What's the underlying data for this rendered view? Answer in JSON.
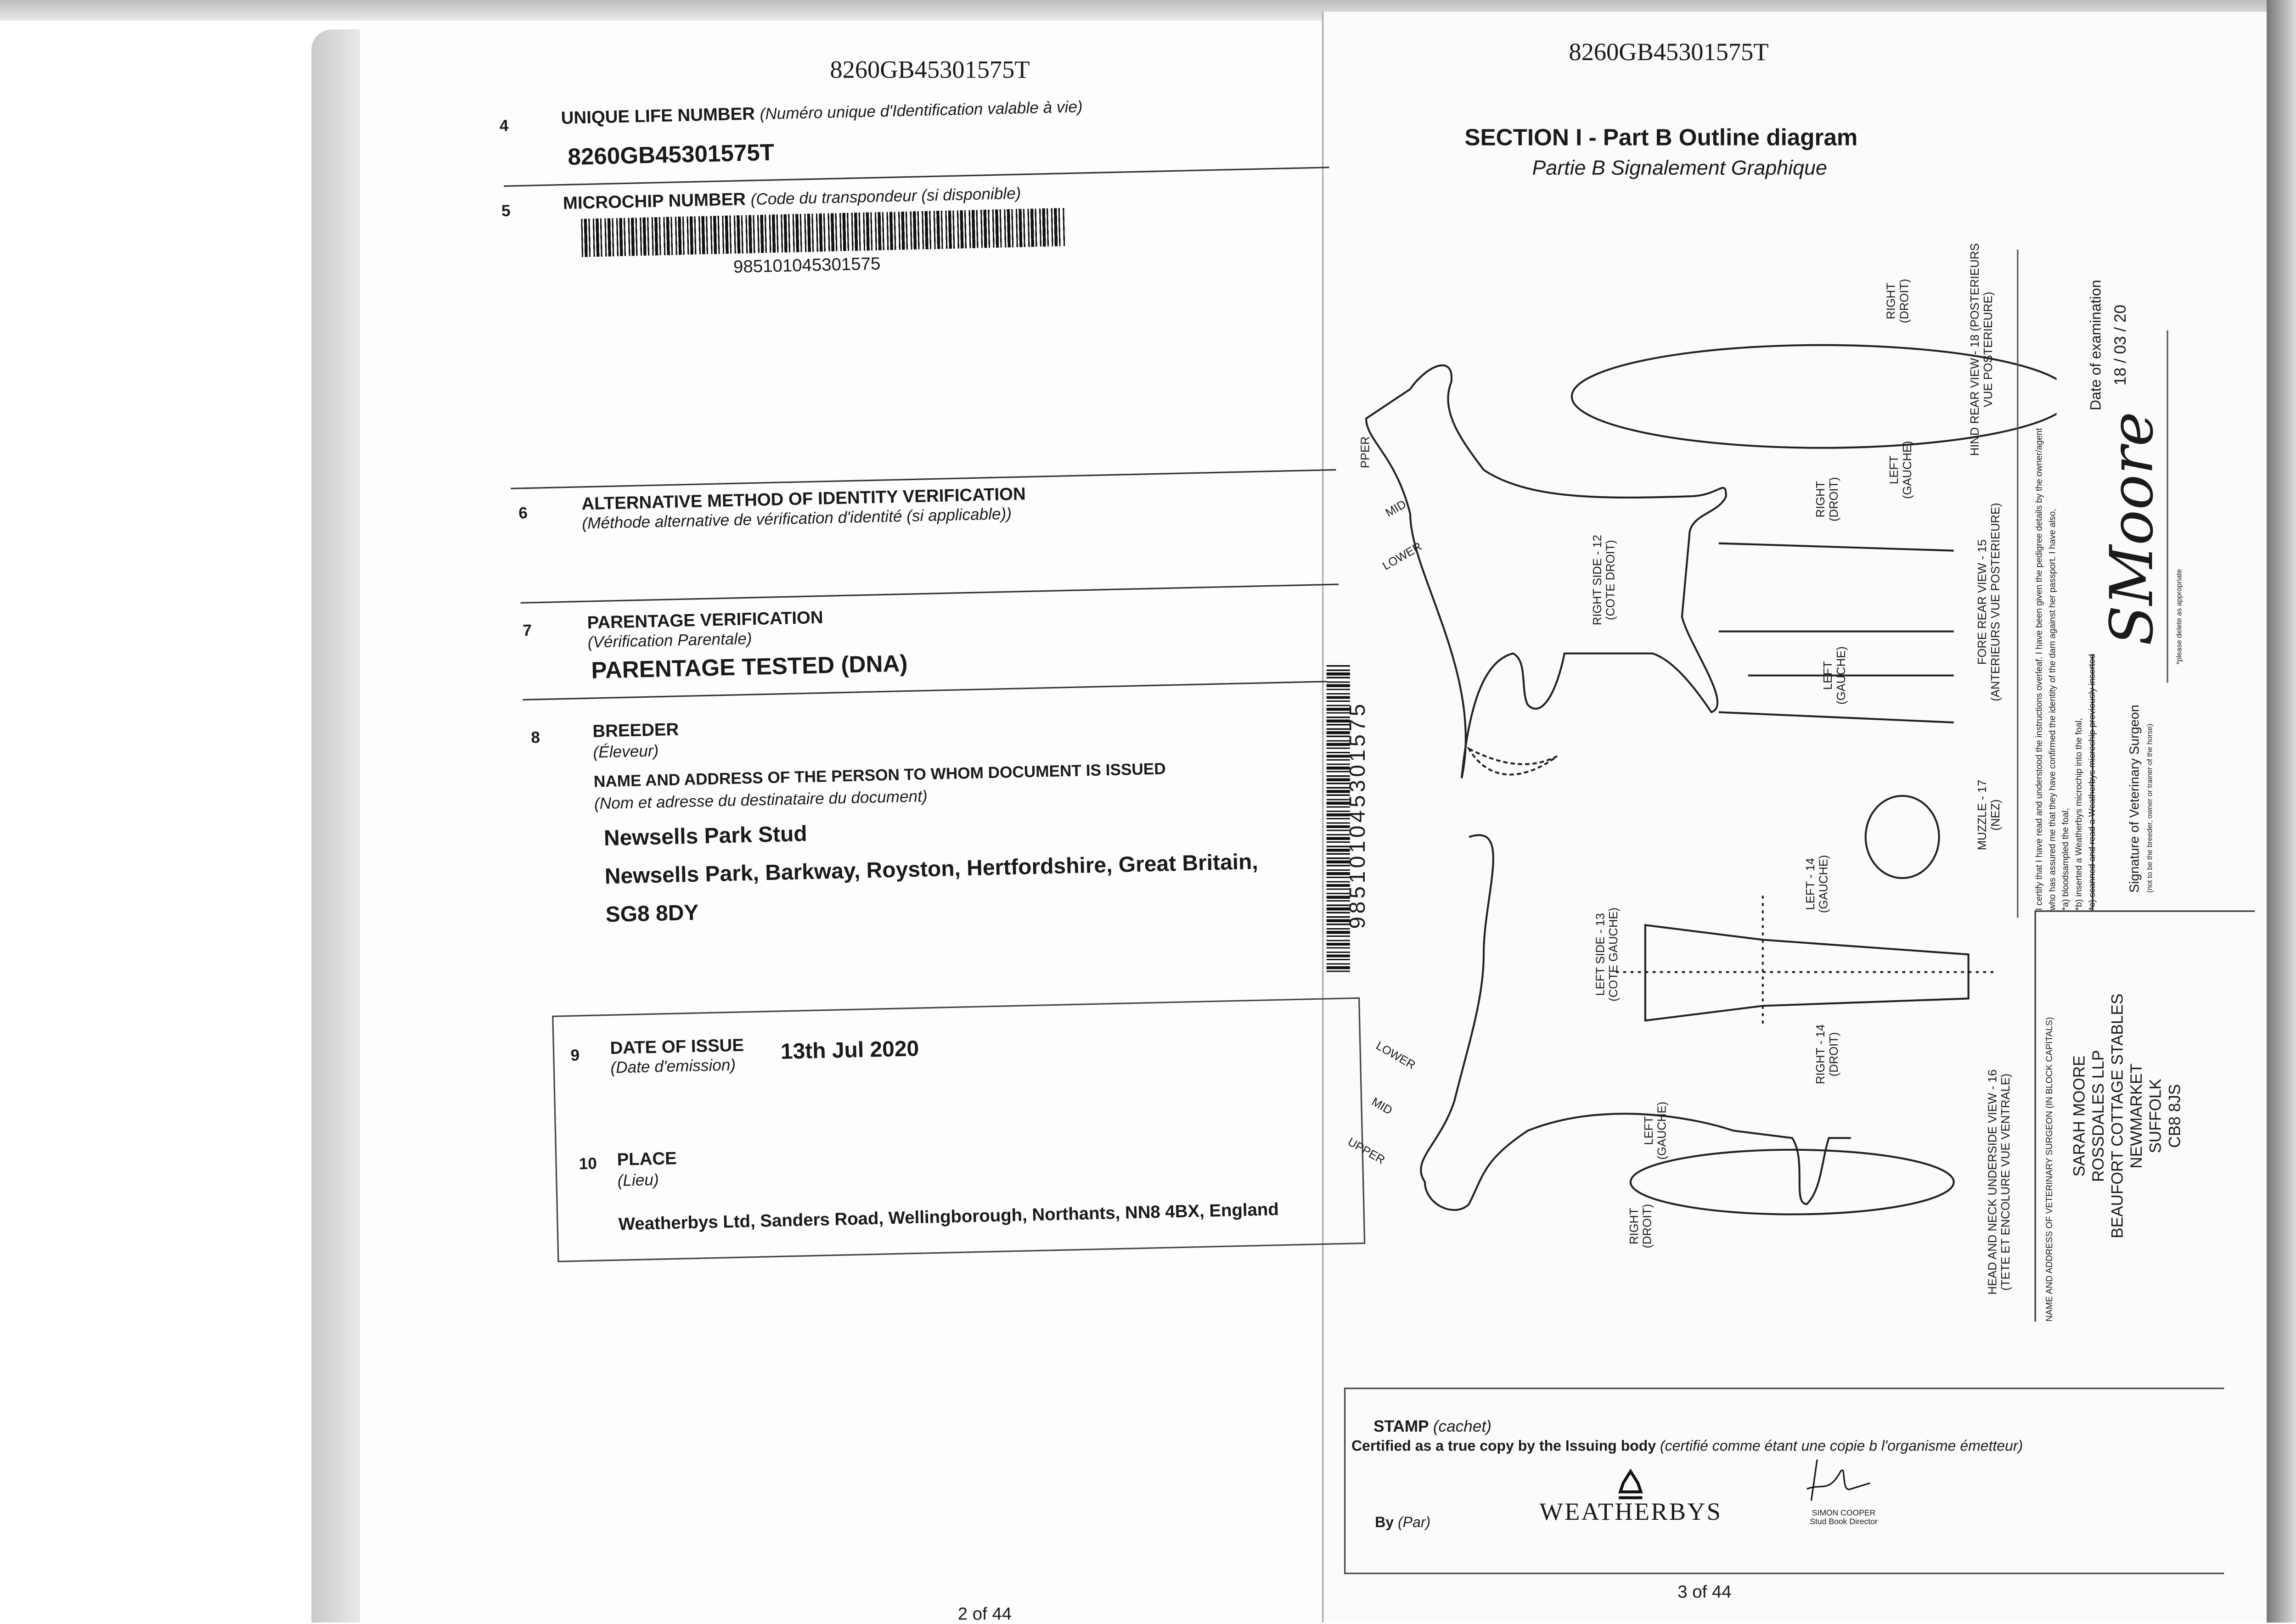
{
  "left_page": {
    "header_id": "8260GB45301575T",
    "sections": {
      "s4": {
        "number": "4",
        "label": "UNIQUE LIFE NUMBER",
        "label_fr": "(Numéro unique d'Identification valable à vie)",
        "value": "8260GB45301575T"
      },
      "s5": {
        "number": "5",
        "label": "MICROCHIP NUMBER",
        "label_fr": "(Code du transpondeur (si disponible)",
        "value": "985101045301575"
      },
      "s6": {
        "number": "6",
        "label": "ALTERNATIVE METHOD OF IDENTITY VERIFICATION",
        "label_fr": "(Méthode alternative de vérification d'identité (si applicable))"
      },
      "s7": {
        "number": "7",
        "label": "PARENTAGE VERIFICATION",
        "label_fr": "(Vérification Parentale)",
        "value": "PARENTAGE TESTED (DNA)"
      },
      "s8": {
        "number": "8",
        "label": "BREEDER",
        "label_fr": "(Éleveur)",
        "label2": "NAME AND ADDRESS OF THE PERSON TO WHOM DOCUMENT IS ISSUED",
        "label2_fr": "(Nom et adresse du destinataire du document)",
        "name": "Newsells Park Stud",
        "address1": "Newsells Park, Barkway, Royston, Hertfordshire, Great Britain,",
        "address2": "SG8 8DY"
      },
      "s9": {
        "number": "9",
        "label": "DATE OF ISSUE",
        "label_fr": "(Date d'emission)",
        "value": "13th Jul 2020"
      },
      "s10": {
        "number": "10",
        "label": "PLACE",
        "label_fr": "(Lieu)",
        "value": "Weatherbys Ltd, Sanders Road, Wellingborough, Northants, NN8 4BX, England"
      }
    },
    "page_number": "2 of 44"
  },
  "right_page": {
    "header_id": "8260GB45301575T",
    "title": "SECTION I - Part B Outline diagram",
    "subtitle": "Partie B Signalement Graphique",
    "microchip_vertical": "985101045301575",
    "neck_labels": {
      "upper": "UPPER",
      "mid": "MID",
      "lower": "LOWER",
      "upper_cut": "PPER"
    },
    "diagram_labels": {
      "right_side": "RIGHT SIDE - 12",
      "right_side_fr": "(COTE DROIT)",
      "left_side": "LEFT SIDE - 13",
      "left_side_fr": "(COTE GAUCHE)",
      "left_14": "LEFT - 14",
      "left_14_fr": "(GAUCHE)",
      "right_14": "RIGHT - 14",
      "right_14_fr": "(DROIT)",
      "fore_rear": "FORE REAR VIEW - 15",
      "fore_rear_fr": "(ANTERIEURS VUE POSTERIEURE)",
      "hind_rear": "HIND REAR VIEW - 18 (POSTERIEURS",
      "hind_rear_fr": "VUE POSTERIEURE)",
      "muzzle": "MUZZLE - 17",
      "muzzle_fr": "(NEZ)",
      "head_neck": "HEAD AND NECK UNDERSIDE VIEW - 16",
      "head_neck_fr": "(TETE ET ENCOLURE VUE VENTRALE)",
      "right": "RIGHT",
      "right_fr": "(DROIT)",
      "left": "LEFT",
      "left_fr": "(GAUCHE)"
    },
    "certification": {
      "line1": "I certify that I have read and understood the instructions overleaf. I have been given the pedigree details by the owner/agent",
      "line2": "who has assured me that they have confirmed the identity of the dam against her passport. I have also,",
      "a": "*a) bloodsampled the foal,",
      "b": "*b) inserted a Weatherbys microchip into the foal,",
      "c": "*c) scanned and read a Weatherbys microchip previously inserted",
      "date_label": "Date of examination",
      "date_value": "18 / 03 / 20",
      "signature_label": "Signature of Veterinary Surgeon",
      "signature_note": "(not to be the breeder, owner or trainer of the horse)",
      "delete_note": "*please delete as appropriate",
      "signature_text": "SMoore"
    },
    "vet": {
      "label": "NAME AND ADDRESS OF VETERINARY SURGEON (IN BLOCK CAPITALS)",
      "lines": [
        "SARAH MOORE",
        "ROSSDALES LLP",
        "BEAUFORT COTTAGE STABLES",
        "NEWMARKET",
        "SUFFOLK",
        "CB8 8JS"
      ]
    },
    "stamp": {
      "label": "STAMP",
      "label_fr": "(cachet)",
      "certified": "Certified as a true copy by the Issuing body",
      "certified_fr": "(certifié comme étant une copie b l'organisme émetteur)",
      "by": "By",
      "by_fr": "(Par)",
      "logo_text": "WEATHERBYS",
      "signatory": "SIMON COOPER",
      "signatory_title": "Stud Book Director"
    },
    "page_number": "3 of 44"
  }
}
